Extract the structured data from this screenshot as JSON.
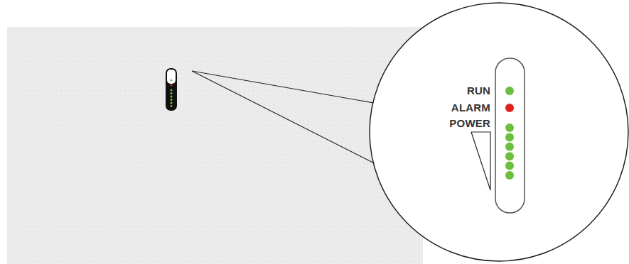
{
  "diagram": {
    "labels": [
      "RUN",
      "ALARM",
      "POWER"
    ]
  }
}
